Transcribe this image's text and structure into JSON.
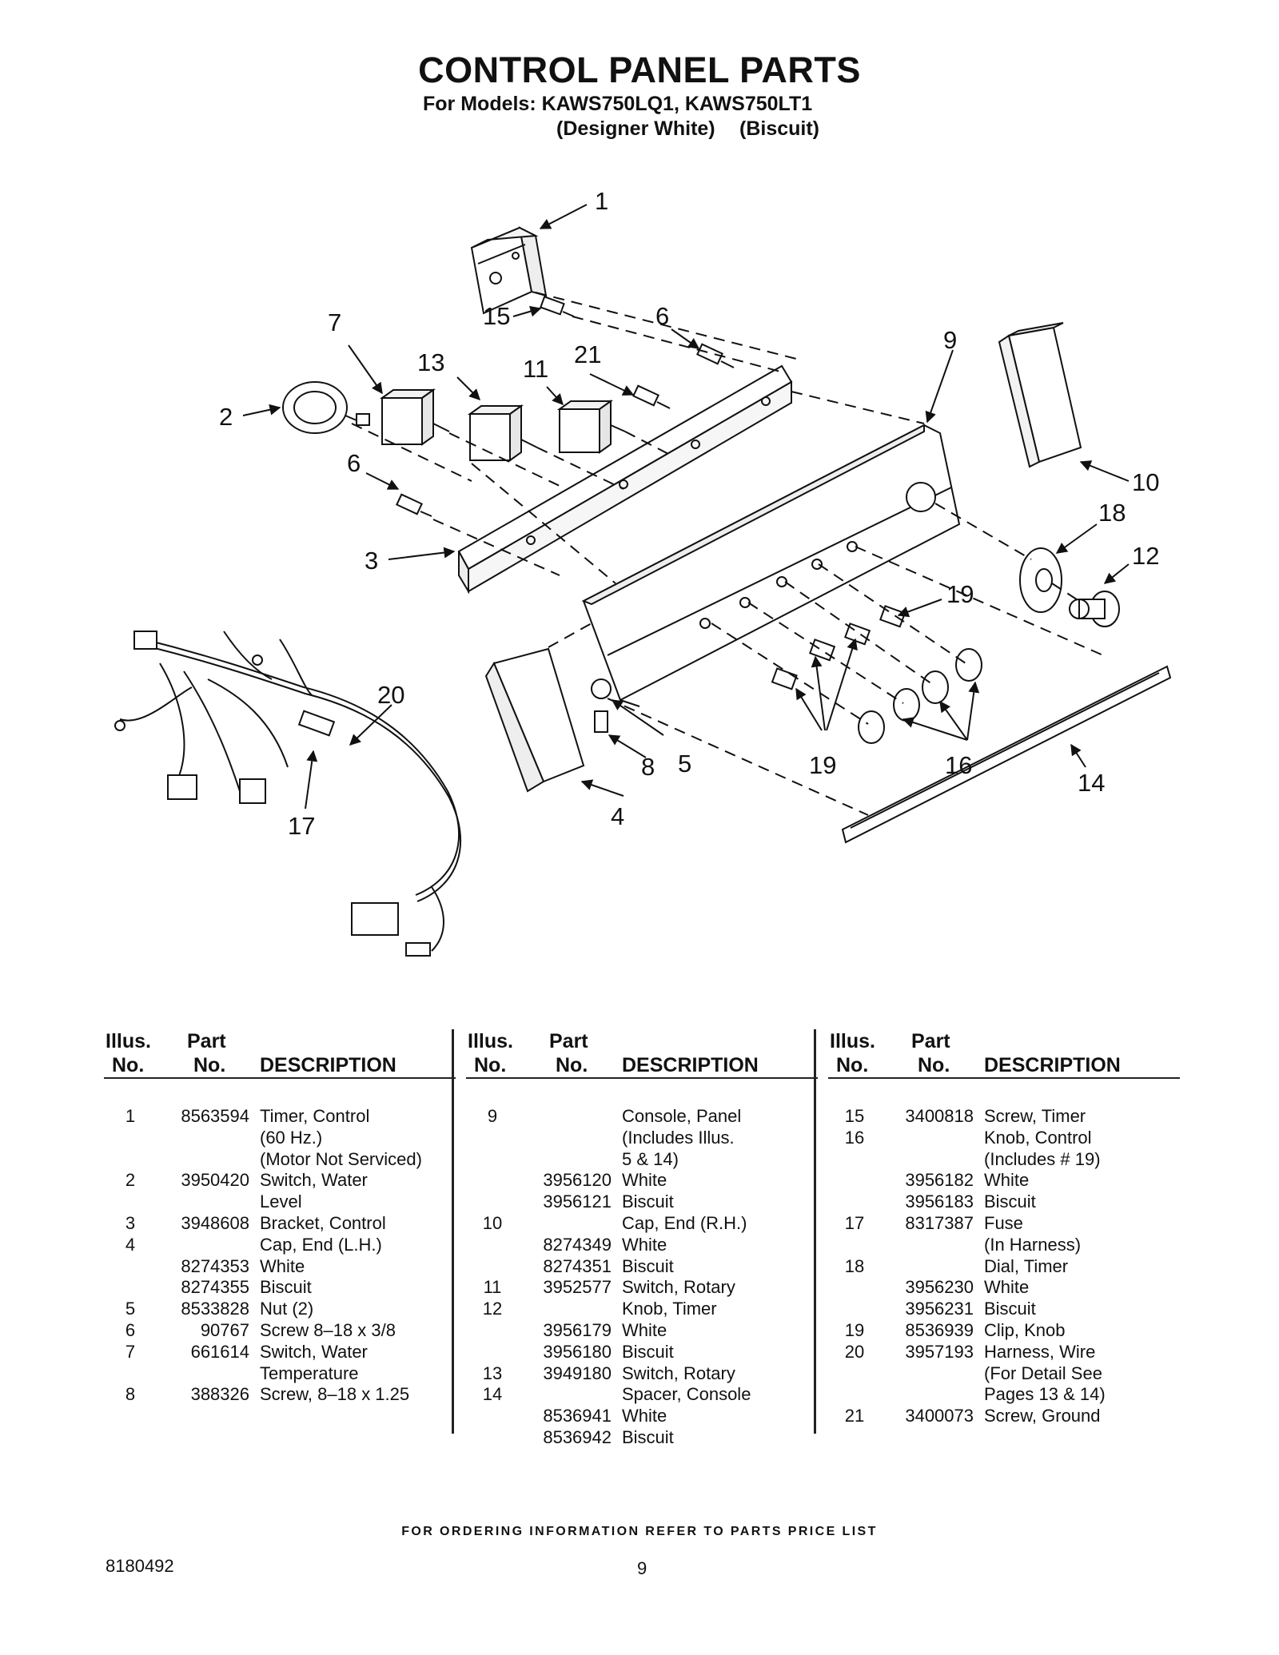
{
  "header": {
    "title": "CONTROL PANEL PARTS",
    "models_line": "For Models: KAWS750LQ1, KAWS750LT1",
    "color_1": "(Designer White)",
    "color_2": "(Biscuit)"
  },
  "diagram": {
    "callouts": [
      "1",
      "15",
      "6",
      "7",
      "13",
      "11",
      "21",
      "9",
      "2",
      "6",
      "3",
      "10",
      "18",
      "12",
      "19",
      "20",
      "8",
      "5",
      "19",
      "16",
      "14",
      "17",
      "4"
    ]
  },
  "table": {
    "headers": {
      "illus_top": "Illus.",
      "illus_bottom": "No.",
      "part_top": "Part",
      "part_bottom": "No.",
      "description": "DESCRIPTION"
    },
    "columns": [
      [
        {
          "illus": "1",
          "part": "8563594",
          "desc": "Timer, Control"
        },
        {
          "illus": "",
          "part": "",
          "desc": "(60 Hz.)"
        },
        {
          "illus": "",
          "part": "",
          "desc": "(Motor Not Serviced)"
        },
        {
          "illus": "2",
          "part": "3950420",
          "desc": "Switch, Water"
        },
        {
          "illus": "",
          "part": "",
          "desc": "Level"
        },
        {
          "illus": "3",
          "part": "3948608",
          "desc": "Bracket, Control"
        },
        {
          "illus": "4",
          "part": "",
          "desc": "Cap, End (L.H.)"
        },
        {
          "illus": "",
          "part": "8274353",
          "desc": "White"
        },
        {
          "illus": "",
          "part": "8274355",
          "desc": "Biscuit"
        },
        {
          "illus": "5",
          "part": "8533828",
          "desc": "Nut (2)"
        },
        {
          "illus": "6",
          "part": "90767",
          "desc": "Screw 8–18 x 3/8"
        },
        {
          "illus": "7",
          "part": "661614",
          "desc": "Switch, Water"
        },
        {
          "illus": "",
          "part": "",
          "desc": "Temperature"
        },
        {
          "illus": "8",
          "part": "388326",
          "desc": "Screw, 8–18 x 1.25"
        }
      ],
      [
        {
          "illus": "9",
          "part": "",
          "desc": "Console, Panel"
        },
        {
          "illus": "",
          "part": "",
          "desc": "(Includes Illus."
        },
        {
          "illus": "",
          "part": "",
          "desc": "5 & 14)"
        },
        {
          "illus": "",
          "part": "3956120",
          "desc": "White"
        },
        {
          "illus": "",
          "part": "3956121",
          "desc": "Biscuit"
        },
        {
          "illus": "10",
          "part": "",
          "desc": "Cap, End (R.H.)"
        },
        {
          "illus": "",
          "part": "8274349",
          "desc": "White"
        },
        {
          "illus": "",
          "part": "8274351",
          "desc": "Biscuit"
        },
        {
          "illus": "11",
          "part": "3952577",
          "desc": "Switch, Rotary"
        },
        {
          "illus": "12",
          "part": "",
          "desc": "Knob, Timer"
        },
        {
          "illus": "",
          "part": "3956179",
          "desc": "White"
        },
        {
          "illus": "",
          "part": "3956180",
          "desc": "Biscuit"
        },
        {
          "illus": "13",
          "part": "3949180",
          "desc": "Switch, Rotary"
        },
        {
          "illus": "14",
          "part": "",
          "desc": "Spacer, Console"
        },
        {
          "illus": "",
          "part": "8536941",
          "desc": "White"
        },
        {
          "illus": "",
          "part": "8536942",
          "desc": "Biscuit"
        }
      ],
      [
        {
          "illus": "15",
          "part": "3400818",
          "desc": "Screw, Timer"
        },
        {
          "illus": "16",
          "part": "",
          "desc": "Knob, Control"
        },
        {
          "illus": "",
          "part": "",
          "desc": "(Includes # 19)"
        },
        {
          "illus": "",
          "part": "3956182",
          "desc": "White"
        },
        {
          "illus": "",
          "part": "3956183",
          "desc": "Biscuit"
        },
        {
          "illus": "17",
          "part": "8317387",
          "desc": "Fuse"
        },
        {
          "illus": "",
          "part": "",
          "desc": "(In Harness)"
        },
        {
          "illus": "18",
          "part": "",
          "desc": "Dial, Timer"
        },
        {
          "illus": "",
          "part": "3956230",
          "desc": "White"
        },
        {
          "illus": "",
          "part": "3956231",
          "desc": "Biscuit"
        },
        {
          "illus": "19",
          "part": "8536939",
          "desc": "Clip, Knob"
        },
        {
          "illus": "20",
          "part": "3957193",
          "desc": "Harness, Wire"
        },
        {
          "illus": "",
          "part": "",
          "desc": "(For Detail See"
        },
        {
          "illus": "",
          "part": "",
          "desc": "Pages 13 & 14)"
        },
        {
          "illus": "21",
          "part": "3400073",
          "desc": "Screw, Ground"
        }
      ]
    ]
  },
  "footer": {
    "ordering_note": "FOR ORDERING INFORMATION REFER TO PARTS PRICE LIST",
    "doc_number": "8180492",
    "page_number": "9"
  }
}
